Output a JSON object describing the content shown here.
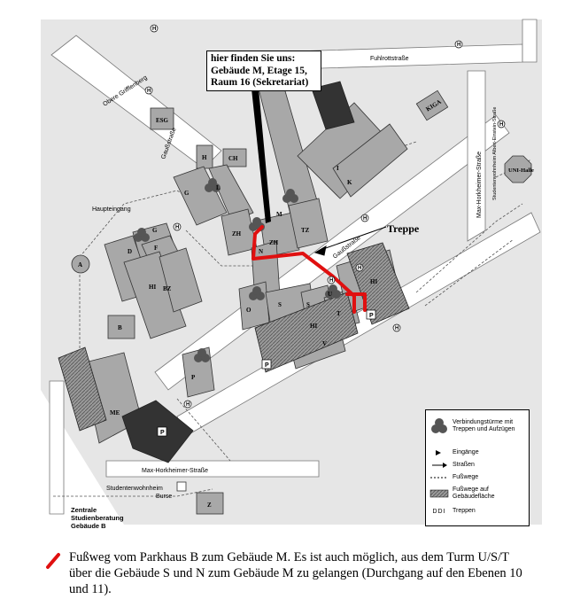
{
  "callout": {
    "lines": [
      "hier finden Sie uns:",
      "Gebäude M, Etage 15,",
      "Raum 16 (Sekretariat)"
    ]
  },
  "treppe_label": "Treppe",
  "streets": {
    "fuhlrott": "Fuhlrottstraße",
    "obere_griffenberg": "Obere Grifflenberg",
    "gauss_upper": "Gaußstraße",
    "gauss_lower": "Gaußstraße",
    "max_horkheimer_vertical": "Max-Horkheimer-Straße",
    "max_horkheimer_bottom": "Max-Horkheimer-Straße",
    "wohnheim_street": "Studentenwohnheim Albert-Einstein-Straße"
  },
  "labels": {
    "haupteingang": "Haupteingang",
    "studentenwohnheim": "Studentenwohnheim",
    "burse": "Burse",
    "zentrale": [
      "Zentrale",
      "Studienberatung",
      "Gebäude B"
    ],
    "uni_halle": "UNI-Halle",
    "esg": "ESG",
    "kiga": "KIGA"
  },
  "buildings": [
    "H",
    "CH",
    "G",
    "L",
    "M",
    "ZH",
    "ZH",
    "TZ",
    "N",
    "G",
    "D",
    "F",
    "HI",
    "BZ",
    "A",
    "B",
    "O",
    "S",
    "S",
    "T",
    "HI",
    "HI",
    "U",
    "V",
    "I",
    "K",
    "P",
    "ME",
    "Z"
  ],
  "parking_marks": [
    "H",
    "H",
    "H",
    "H",
    "H",
    "H",
    "H",
    "H",
    "H",
    "H"
  ],
  "parkhaus": [
    "P",
    "P",
    "P"
  ],
  "legend": {
    "items": [
      {
        "label": "Verbindungstürme mit Treppen und Aufzügen"
      },
      {
        "label": "Eingänge"
      },
      {
        "label": "Straßen"
      },
      {
        "label": "Fußwege"
      },
      {
        "label": "Fußwege auf Gebäudefläche"
      },
      {
        "label": "Treppen",
        "glyph": "DDI"
      }
    ]
  },
  "footer": {
    "text": "Fußweg vom Parkhaus B zum Gebäude M. Es ist auch möglich, aus dem Turm U/S/T über die Gebäude S und N zum Gebäude M zu gelangen (Durchgang auf den Ebenen 10 und 11).",
    "lines": [
      "Fußweg vom Parkhaus B zum Gebäude M. Es ist auch möglich, aus dem Turm U/S/T",
      "über die Gebäude S und N zum Gebäude M zu gelangen (Durchgang auf den Ebenen 10",
      "und 11)."
    ],
    "route_color": "#e01010"
  },
  "colors": {
    "building": "#a8a8a8",
    "building_dark": "#3a3a3a",
    "route": "#e01010",
    "street": "#ffffff",
    "ground": "#e4e4e4"
  }
}
